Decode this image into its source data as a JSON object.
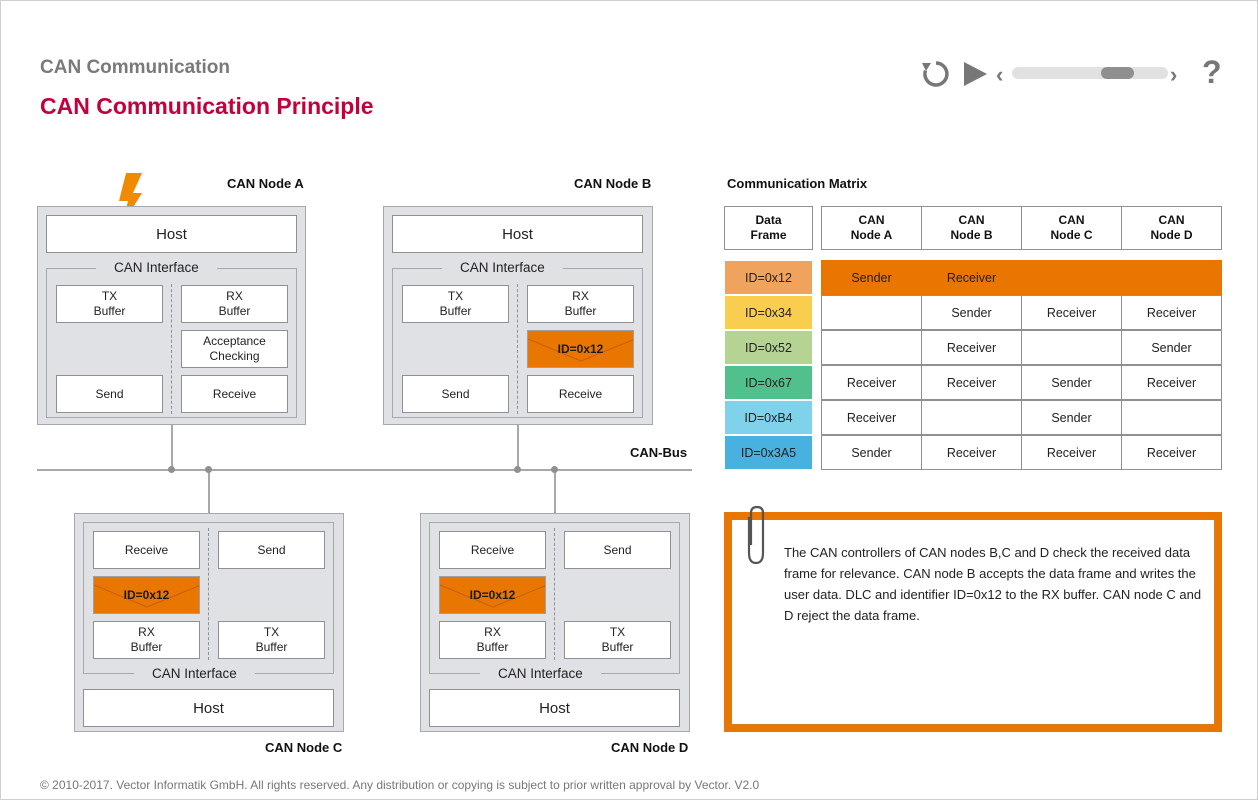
{
  "header": {
    "section_title": "CAN Communication",
    "page_title": "CAN Communication Principle"
  },
  "player": {
    "replay_icon": "replay-icon",
    "play_icon": "play-icon",
    "prev_glyph": "‹",
    "next_glyph": "›",
    "help_glyph": "?",
    "progress": 0.72
  },
  "colors": {
    "accent_orange": "#e97600",
    "title_red": "#c4003c",
    "node_gray": "#dfe1e4"
  },
  "nodes": {
    "a": {
      "name": "CAN Node A",
      "host": "Host",
      "interface": "CAN Interface",
      "tx_buffer": "TX\nBuffer",
      "rx_buffer": "RX\nBuffer",
      "acceptance": "Acceptance\nChecking",
      "send": "Send",
      "receive": "Receive"
    },
    "b": {
      "name": "CAN Node B",
      "host": "Host",
      "interface": "CAN Interface",
      "tx_buffer": "TX\nBuffer",
      "rx_buffer": "RX\nBuffer",
      "id": "ID=0x12",
      "send": "Send",
      "receive": "Receive"
    },
    "c": {
      "name": "CAN Node C",
      "host": "Host",
      "interface": "CAN Interface",
      "tx_buffer": "TX\nBuffer",
      "rx_buffer": "RX\nBuffer",
      "id": "ID=0x12",
      "send": "Send",
      "receive": "Receive"
    },
    "d": {
      "name": "CAN Node D",
      "host": "Host",
      "interface": "CAN Interface",
      "tx_buffer": "TX\nBuffer",
      "rx_buffer": "RX\nBuffer",
      "id": "ID=0x12",
      "send": "Send",
      "receive": "Receive"
    }
  },
  "bus": {
    "label": "CAN-Bus"
  },
  "matrix": {
    "title": "Communication Matrix",
    "headers": [
      "Data\nFrame",
      "CAN\nNode A",
      "CAN\nNode B",
      "CAN\nNode C",
      "CAN\nNode D"
    ],
    "rows": [
      {
        "id": "ID=0x12",
        "color": "#f0a35c",
        "cells": [
          "Sender",
          "Receiver",
          "",
          ""
        ],
        "highlight": true
      },
      {
        "id": "ID=0x34",
        "color": "#f9cd4d",
        "cells": [
          "",
          "Sender",
          "Receiver",
          "Receiver"
        ],
        "highlight": false
      },
      {
        "id": "ID=0x52",
        "color": "#b5d494",
        "cells": [
          "",
          "Receiver",
          "",
          "Sender"
        ],
        "highlight": false
      },
      {
        "id": "ID=0x67",
        "color": "#52c08d",
        "cells": [
          "Receiver",
          "Receiver",
          "Sender",
          "Receiver"
        ],
        "highlight": false
      },
      {
        "id": "ID=0xB4",
        "color": "#7fd2ea",
        "cells": [
          "Receiver",
          "",
          "Sender",
          ""
        ],
        "highlight": false
      },
      {
        "id": "ID=0x3A5",
        "color": "#49b1df",
        "cells": [
          "Sender",
          "Receiver",
          "Receiver",
          "Receiver"
        ],
        "highlight": false
      }
    ]
  },
  "note": {
    "clip_icon": "paperclip-icon",
    "text": "The CAN controllers of CAN nodes B,C and D check the received data frame for relevance. CAN node B accepts the data frame and writes the user data. DLC and identifier ID=0x12 to the RX buffer. CAN node C and D reject the data frame."
  },
  "footer": "© 2010-2017. Vector Informatik GmbH. All rights reserved. Any distribution or copying is subject to prior written approval by Vector. V2.0"
}
